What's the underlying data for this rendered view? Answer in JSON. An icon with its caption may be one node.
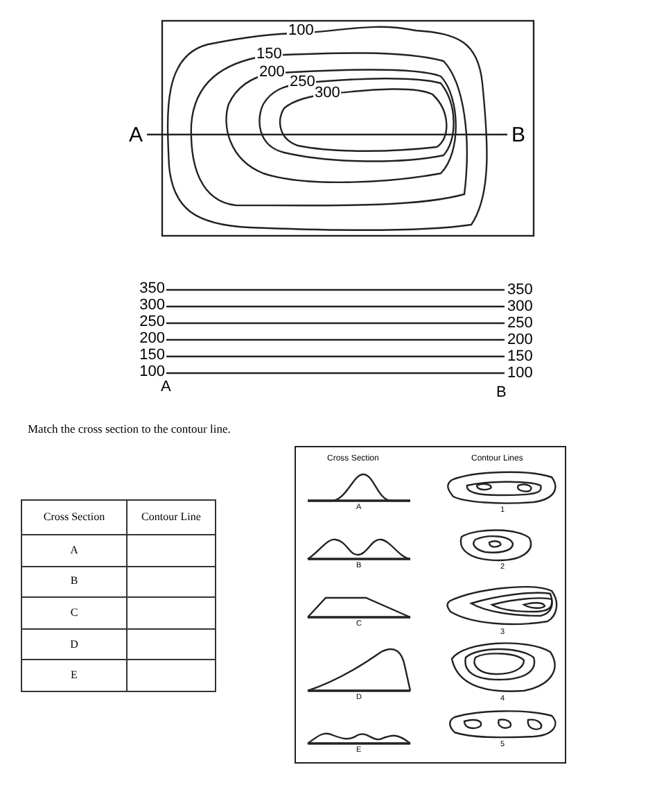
{
  "diagram": {
    "labels": [
      "100",
      "150",
      "200",
      "250",
      "300",
      "A",
      "B",
      "350",
      "350",
      "300",
      "300",
      "250",
      "250",
      "200",
      "200",
      "150",
      "150",
      "100",
      "100",
      "A",
      "B",
      "Match the cross section to the contour line.",
      "Cross Section",
      "Contour Lines",
      "Cross Section",
      "Contour Line",
      "A",
      "B",
      "C",
      "D",
      "E",
      "A",
      "1",
      "B",
      "2",
      "C",
      "3",
      "D",
      "4",
      "E",
      "5"
    ]
  }
}
